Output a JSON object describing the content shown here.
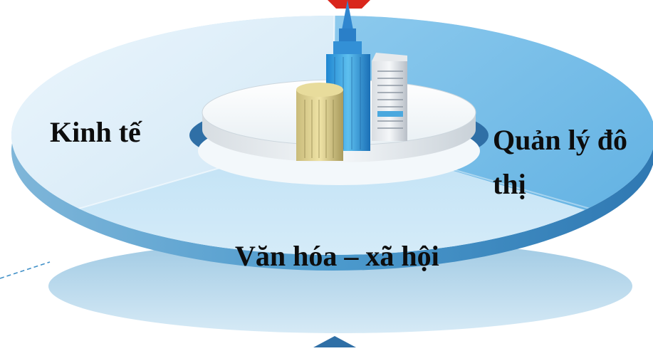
{
  "diagram": {
    "segments": [
      {
        "id": "economy",
        "label": "Kinh tế"
      },
      {
        "id": "urban",
        "label": "Quản lý đô thị"
      },
      {
        "id": "culture",
        "label": "Văn hóa – xã hội"
      }
    ],
    "center_icon": "city-buildings-icon",
    "colors": {
      "disc_light": "#dceef9",
      "disc_mid": "#a9d6f0",
      "disc_blue": "#6fb7e3",
      "disc_edge": "#3f8fc7",
      "hub_ring": "#2f6fa6",
      "shadow_disc": "#bfdcee",
      "accent_red": "#d9261c"
    }
  }
}
